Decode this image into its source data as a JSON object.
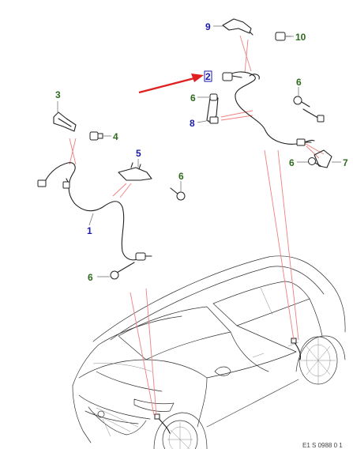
{
  "callouts": {
    "c1": "1",
    "c2": "2",
    "c3": "3",
    "c4": "4",
    "c5": "5",
    "c6a": "6",
    "c6b": "6",
    "c6c": "6",
    "c6d": "6",
    "c6e": "6",
    "c7": "7",
    "c8": "8",
    "c9": "9",
    "c10": "10"
  },
  "ref_code": "E1 S 0988 0 1",
  "colors": {
    "blue_callout": "#1a1aa8",
    "green_callout": "#2e6b1e",
    "pointer_arrow": "#e02020",
    "leader_pink": "#f08080"
  }
}
